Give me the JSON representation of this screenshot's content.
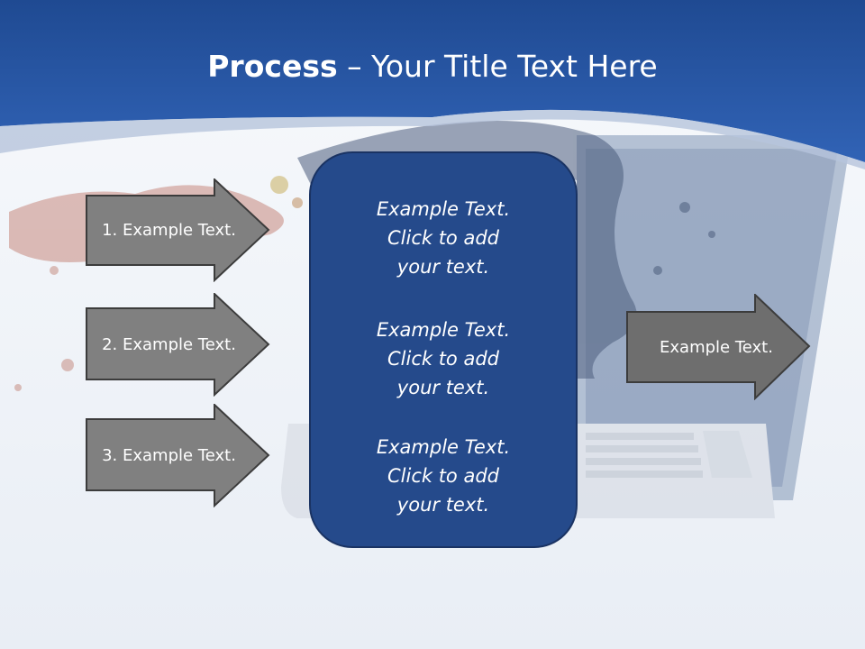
{
  "title": {
    "bold": "Process",
    "dash": " – ",
    "rest": "Your Title Text Here"
  },
  "left_arrows": [
    "1. Example Text.",
    "2. Example Text.",
    "3. Example Text."
  ],
  "panel_blocks": [
    {
      "line1": "Example Text.",
      "line2": "Click  to add",
      "line3": "your text."
    },
    {
      "line1": "Example Text.",
      "line2": "Click  to add",
      "line3": "your text."
    },
    {
      "line1": "Example Text.",
      "line2": "Click  to add",
      "line3": "your text."
    }
  ],
  "right_arrow": "Example Text.",
  "colors": {
    "header_blue": "#2a5aa8",
    "panel_blue": "#254a8b",
    "arrow_gray": "#808080",
    "arrow_border": "#3c3c3c",
    "text_white": "#ffffff"
  }
}
